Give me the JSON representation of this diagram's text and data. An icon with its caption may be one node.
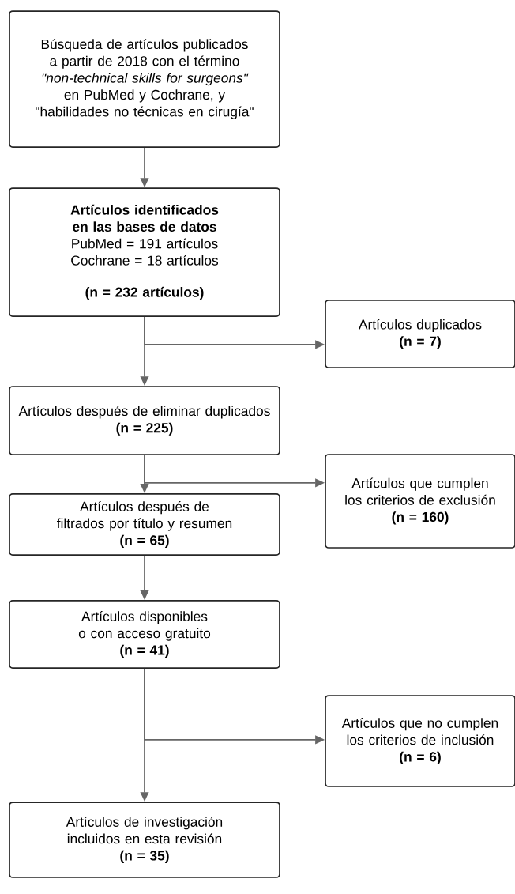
{
  "diagram": {
    "nodes": [
      {
        "text": [
          "Búsqueda de artículos publicados a partir de 2018 con el término *\"non-technical skills for surgeons\"* en PubMed y Cochrane, y \"habilidades no técnicas en cirugía\""
        ]
      },
      {
        "text": [
          "Artículos identificados en las bases de datos",
          "PubMed = 191 artículos",
          "Cochrane = 18 artículos",
          "(n = 232 artículos)"
        ]
      },
      {
        "text": [
          "Artículos duplicados",
          "(n = 7)"
        ]
      },
      {
        "text": [
          "Artículos después de eliminar duplicados",
          "(n = 225)"
        ]
      },
      {
        "text": [
          "Artículos que cumplen los criterios de exclusión",
          "(n = 160)"
        ]
      },
      {
        "text": [
          "Artículos después de filtrados por título y resumen",
          "(n = 65)"
        ]
      },
      {
        "text": [
          "Artículos disponibles o con acceso gratuito",
          "(n = 41)"
        ]
      },
      {
        "text": [
          "Artículos que no cumplen los criterios de inclusión",
          "(n = 6)"
        ]
      },
      {
        "text": [
          "Artículos de investigación incluidos en esta revisión",
          "(n = 35)"
        ]
      }
    ],
    "edges": [
      {
        "from": 0,
        "to": 1,
        "arrow": "to"
      },
      {
        "from": 1,
        "to": 3,
        "arrow": "to"
      },
      {
        "from": 1,
        "to": 2,
        "arrow": "to"
      },
      {
        "from": 3,
        "to": 5,
        "arrow": "to"
      },
      {
        "from": 3,
        "to": 4,
        "arrow": "to"
      },
      {
        "from": 5,
        "to": 6,
        "arrow": "to"
      },
      {
        "from": 6,
        "to": 8,
        "arrow": "to"
      },
      {
        "from": 6,
        "to": 7,
        "arrow": "to"
      }
    ]
  }
}
